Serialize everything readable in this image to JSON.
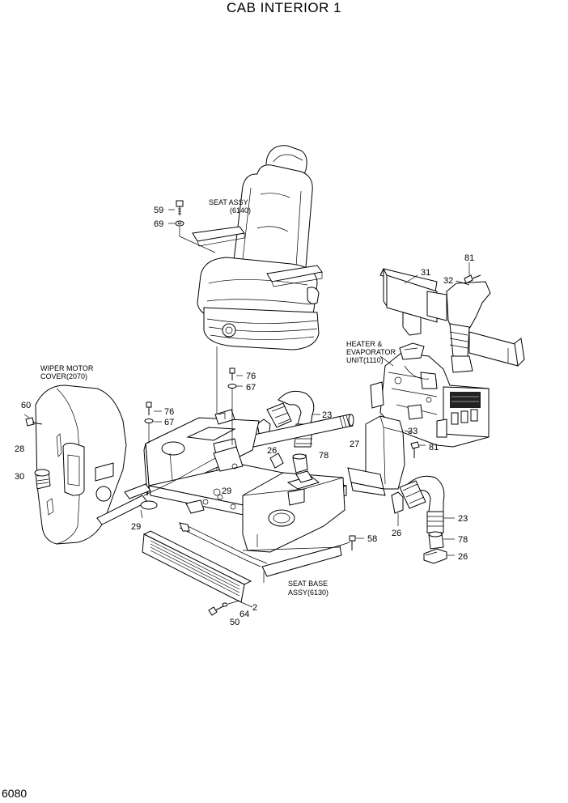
{
  "title": "CAB INTERIOR 1",
  "page_number": "6080",
  "callouts": {
    "seat_assy_1": "SEAT ASSY",
    "seat_assy_2": "(6140)",
    "heater_1": "HEATER &",
    "heater_2": "EVAPORATOR",
    "heater_3": "UNIT(1110)",
    "wiper_1": "WIPER MOTOR",
    "wiper_2": "COVER(2070)",
    "seat_base_1": "SEAT BASE",
    "seat_base_2": "ASSY(6130)"
  },
  "part_numbers": {
    "p59": "59",
    "p69": "69",
    "p31": "31",
    "p81a": "81",
    "p32": "32",
    "p76a": "76",
    "p67a": "67",
    "p60": "60",
    "p76b": "76",
    "p67b": "67",
    "p23a": "23",
    "p28": "28",
    "p33": "33",
    "p27": "27",
    "p26a": "26",
    "p81b": "81",
    "p78a": "78",
    "p30": "30",
    "p29a": "29",
    "p29b": "29",
    "p23b": "23",
    "p26b": "26",
    "p58": "58",
    "p78b": "78",
    "p26c": "26",
    "p2": "2",
    "p64": "64",
    "p50": "50"
  }
}
